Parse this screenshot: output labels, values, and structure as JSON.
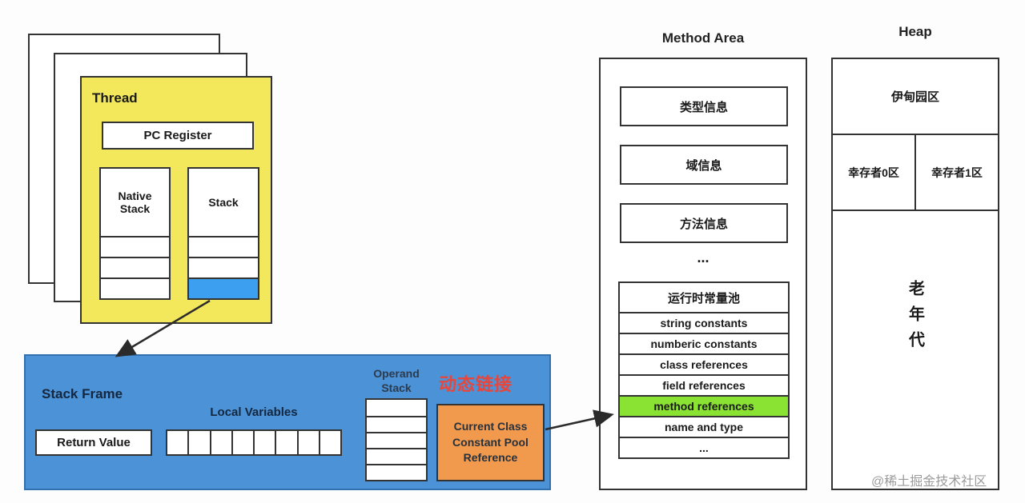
{
  "thread": {
    "title": "Thread",
    "pc_register": "PC Register",
    "native_stack": "Native Stack",
    "stack": "Stack"
  },
  "stack_frame": {
    "title": "Stack Frame",
    "return_value": "Return Value",
    "local_variables": "Local Variables",
    "operand_stack": "Operand Stack",
    "dynamic_link": "动态链接",
    "constant_pool_reference": "Current Class Constant Pool Reference"
  },
  "method_area": {
    "title": "Method Area",
    "sections": [
      "类型信息",
      "域信息",
      "方法信息"
    ],
    "ellipsis": "...",
    "runtime_constant_pool": {
      "title": "运行时常量池",
      "items": [
        "string constants",
        "numberic constants",
        "class references",
        "field references",
        "method references",
        "name and type",
        "..."
      ],
      "highlighted_item": "method references"
    }
  },
  "heap": {
    "title": "Heap",
    "eden": "伊甸园区",
    "survivor0": "幸存者0区",
    "survivor1": "幸存者1区",
    "old_generation": "老年代"
  },
  "watermark": "@稀土掘金技术社区",
  "colors": {
    "thread_bg": "#f3e75b",
    "active_stack_cell_blue": "#3d9ff0",
    "stack_frame_bg": "#4b92d7",
    "constant_pool_ref_orange": "#f19a4d",
    "method_references_green": "#8ae232",
    "dynamic_link_red": "#e8463b"
  }
}
